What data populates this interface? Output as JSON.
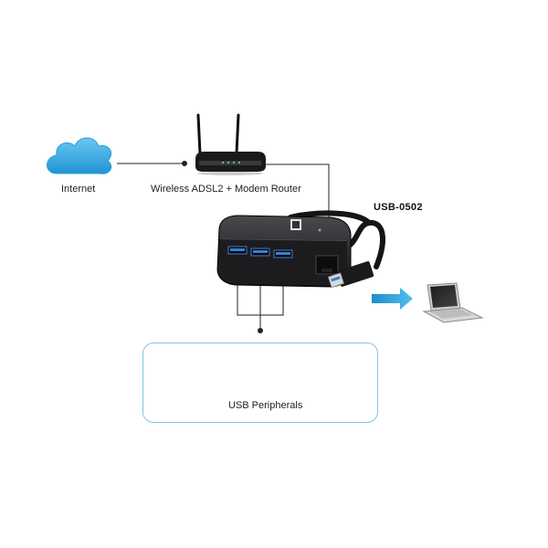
{
  "labels": {
    "internet": "Internet",
    "router": "Wireless ADSL2 + Modem Router",
    "model": "USB-0502",
    "peripherals": "USB Peripherals"
  },
  "icons": {
    "cloud": "cloud-icon",
    "router": "router-icon",
    "hub": "usb-hub-icon",
    "laptop": "laptop-icon",
    "arrow": "arrow-right-icon",
    "webcam": "webcam-icon",
    "keyboard": "keyboard-icon",
    "mouse": "mouse-icon"
  },
  "colors": {
    "cloud": "#3ab0e6",
    "arrow": "#2d9fd8",
    "panel_border": "#7fc6e0",
    "line": "#222222"
  }
}
